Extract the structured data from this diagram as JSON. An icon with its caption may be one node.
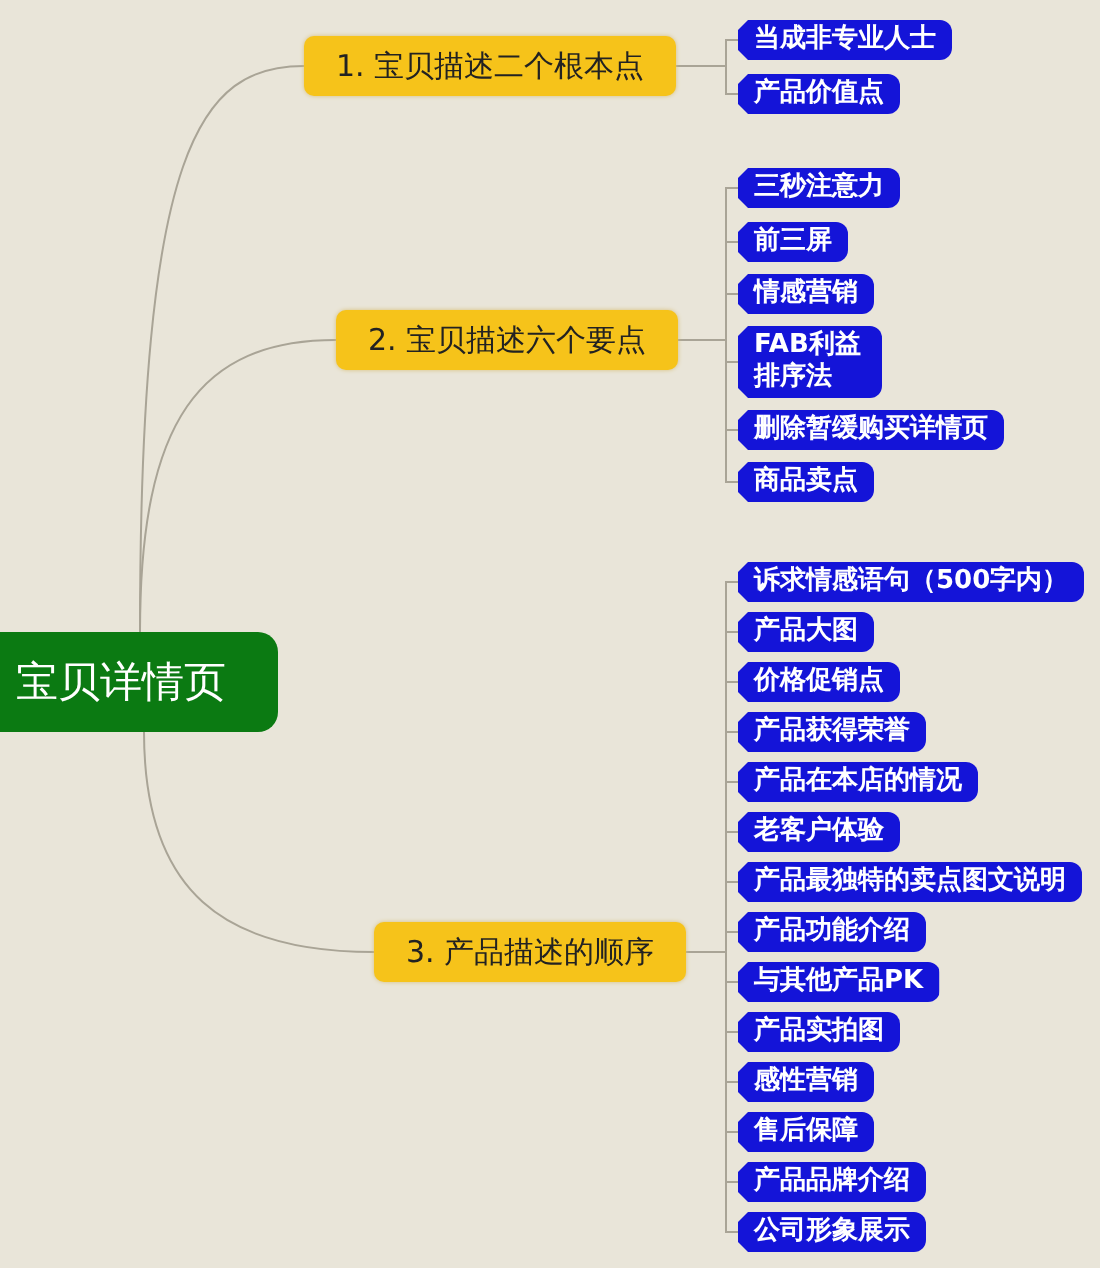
{
  "diagram": {
    "nodes": [
      {
        "text": [
          "宝贝详情页"
        ]
      },
      {
        "text": [
          "1. 宝贝描述二个根本点"
        ]
      },
      {
        "text": [
          "当成非专业人士"
        ]
      },
      {
        "text": [
          "产品价值点"
        ]
      },
      {
        "text": [
          "2. 宝贝描述六个要点"
        ]
      },
      {
        "text": [
          "三秒注意力"
        ]
      },
      {
        "text": [
          "前三屏"
        ]
      },
      {
        "text": [
          "情感营销"
        ]
      },
      {
        "text": [
          "FAB利益排序法"
        ]
      },
      {
        "text": [
          "删除暂缓购买详情页"
        ]
      },
      {
        "text": [
          "商品卖点"
        ]
      },
      {
        "text": [
          "3. 产品描述的顺序"
        ]
      },
      {
        "text": [
          "诉求情感语句（500字内）"
        ]
      },
      {
        "text": [
          "产品大图"
        ]
      },
      {
        "text": [
          "价格促销点"
        ]
      },
      {
        "text": [
          "产品获得荣誉"
        ]
      },
      {
        "text": [
          "产品在本店的情况"
        ]
      },
      {
        "text": [
          "老客户体验"
        ]
      },
      {
        "text": [
          "产品最独特的卖点图文说明"
        ]
      },
      {
        "text": [
          "产品功能介绍"
        ]
      },
      {
        "text": [
          "与其他产品PK"
        ]
      },
      {
        "text": [
          "产品实拍图"
        ]
      },
      {
        "text": [
          "感性营销"
        ]
      },
      {
        "text": [
          "售后保障"
        ]
      },
      {
        "text": [
          "产品品牌介绍"
        ]
      },
      {
        "text": [
          "公司形象展示"
        ]
      }
    ],
    "edges": [
      {
        "from": 0,
        "to": 1,
        "arrow": "none"
      },
      {
        "from": 0,
        "to": 4,
        "arrow": "none"
      },
      {
        "from": 0,
        "to": 11,
        "arrow": "none"
      },
      {
        "from": 1,
        "to": 2,
        "arrow": "none"
      },
      {
        "from": 1,
        "to": 3,
        "arrow": "none"
      },
      {
        "from": 4,
        "to": 5,
        "arrow": "none"
      },
      {
        "from": 4,
        "to": 6,
        "arrow": "none"
      },
      {
        "from": 4,
        "to": 7,
        "arrow": "none"
      },
      {
        "from": 4,
        "to": 8,
        "arrow": "none"
      },
      {
        "from": 4,
        "to": 9,
        "arrow": "none"
      },
      {
        "from": 4,
        "to": 10,
        "arrow": "none"
      },
      {
        "from": 11,
        "to": 12,
        "arrow": "none"
      },
      {
        "from": 11,
        "to": 13,
        "arrow": "none"
      },
      {
        "from": 11,
        "to": 14,
        "arrow": "none"
      },
      {
        "from": 11,
        "to": 15,
        "arrow": "none"
      },
      {
        "from": 11,
        "to": 16,
        "arrow": "none"
      },
      {
        "from": 11,
        "to": 17,
        "arrow": "none"
      },
      {
        "from": 11,
        "to": 18,
        "arrow": "none"
      },
      {
        "from": 11,
        "to": 19,
        "arrow": "none"
      },
      {
        "from": 11,
        "to": 20,
        "arrow": "none"
      },
      {
        "from": 11,
        "to": 21,
        "arrow": "none"
      },
      {
        "from": 11,
        "to": 22,
        "arrow": "none"
      },
      {
        "from": 11,
        "to": 23,
        "arrow": "none"
      },
      {
        "from": 11,
        "to": 24,
        "arrow": "none"
      },
      {
        "from": 11,
        "to": 25,
        "arrow": "none"
      }
    ]
  }
}
